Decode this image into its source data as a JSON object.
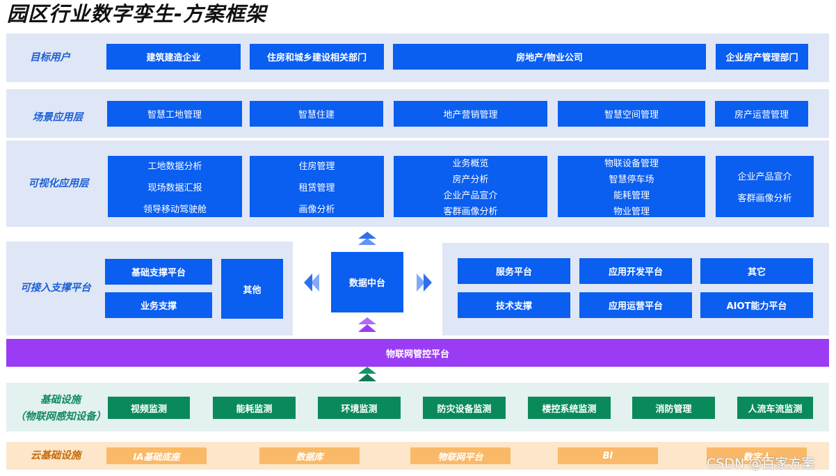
{
  "title": "园区行业数字孪生-方案框架",
  "layers": {
    "target_users": {
      "label": "目标用户",
      "items": [
        "建筑建造企业",
        "住房和城乡建设相关部门",
        "房地产/物业公司",
        "企业房产管理部门"
      ]
    },
    "scene_apps": {
      "label": "场景应用层",
      "items": [
        "智慧工地管理",
        "智慧住建",
        "地产营销管理",
        "智慧空间管理",
        "房产运营管理"
      ]
    },
    "visual_apps": {
      "label": "可视化应用层",
      "groups": [
        [
          "工地数据分析",
          "现场数据汇报",
          "领导移动驾驶舱"
        ],
        [
          "住房管理",
          "租赁管理",
          "画像分析"
        ],
        [
          "业务概览",
          "房产分析",
          "企业产品宣介",
          "客群画像分析"
        ],
        [
          "物联设备管理",
          "智慧停车场",
          "能耗管理",
          "物业管理"
        ],
        [
          "企业产品宣介",
          "客群画像分析"
        ]
      ]
    },
    "support_platform": {
      "label": "可接入支撑平台",
      "left": [
        "基础支撑平台",
        "业务支撑",
        "其他"
      ],
      "center": "数据中台",
      "right": [
        "服务平台",
        "应用开发平台",
        "其它",
        "技术支撑",
        "应用运营平台",
        "AIOT能力平台"
      ]
    },
    "iot_platform": {
      "label": "物联网管控平台"
    },
    "infrastructure": {
      "label_line1": "基础设施",
      "label_line2": "（物联网感知设备）",
      "items": [
        "视频监测",
        "能耗监测",
        "环境监测",
        "防灾设备监测",
        "楼控系统监测",
        "消防管理",
        "人流车流监测"
      ]
    },
    "cloud": {
      "label": "云基础设施",
      "items": [
        "IA基础底座",
        "数据库",
        "物联网平台",
        "BI",
        "数字人"
      ]
    }
  },
  "watermark": "CSDN @百家方案",
  "colors": {
    "band": "#dfe6f5",
    "blue_box": "#0a5ef0",
    "label_blue": "#1a5fd6",
    "iot_purple": "#9b3cf5",
    "green_box": "#0a8a5a",
    "green_band": "#e3f1f0",
    "orange_band": "#fde6c9",
    "orange_box": "#f9b968"
  }
}
